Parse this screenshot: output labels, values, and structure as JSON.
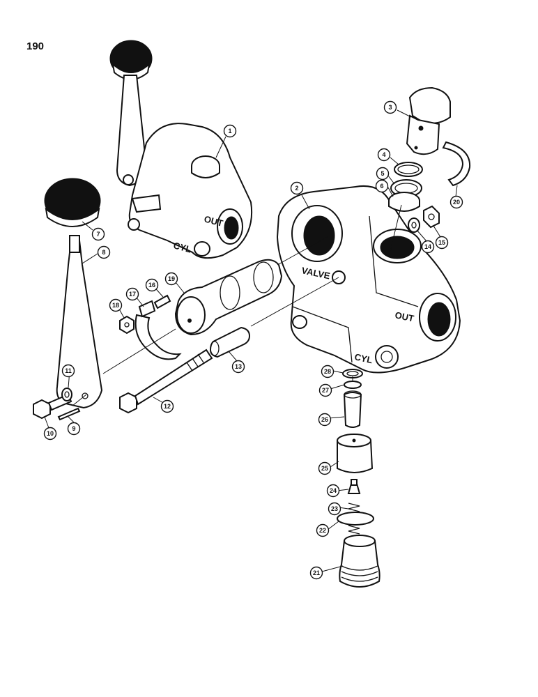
{
  "page": {
    "number": "190"
  },
  "casting_labels": {
    "out_small": "OUT",
    "cyl_small": "CYL",
    "valve": "VALVE",
    "out_large": "OUT",
    "cyl_large": "CYL"
  },
  "callouts": [
    "1",
    "2",
    "3",
    "4",
    "5",
    "6",
    "7",
    "8",
    "9",
    "10",
    "11",
    "12",
    "13",
    "14",
    "15",
    "16",
    "17",
    "18",
    "19",
    "20",
    "21",
    "22",
    "23",
    "24",
    "25",
    "26",
    "27",
    "28"
  ]
}
